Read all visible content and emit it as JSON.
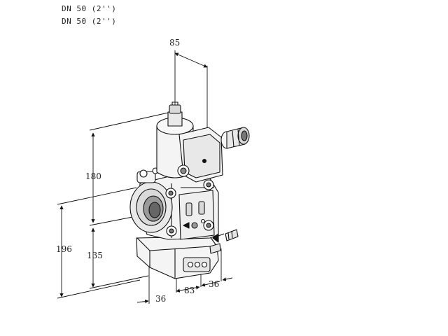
{
  "header": {
    "line1": "DN 50 (2'')",
    "line2": "DN 50 (2'')"
  },
  "dimensions": {
    "top_width": "85",
    "upper_height": "180",
    "total_height": "196",
    "lower_height": "135",
    "depth_left": "36",
    "depth_mid": "83",
    "depth_right": "36"
  },
  "colors": {
    "line": "#111111",
    "fill_light": "#f4f4f4",
    "fill_mid": "#d9d9d9",
    "fill_dark": "#9a9a9a"
  }
}
